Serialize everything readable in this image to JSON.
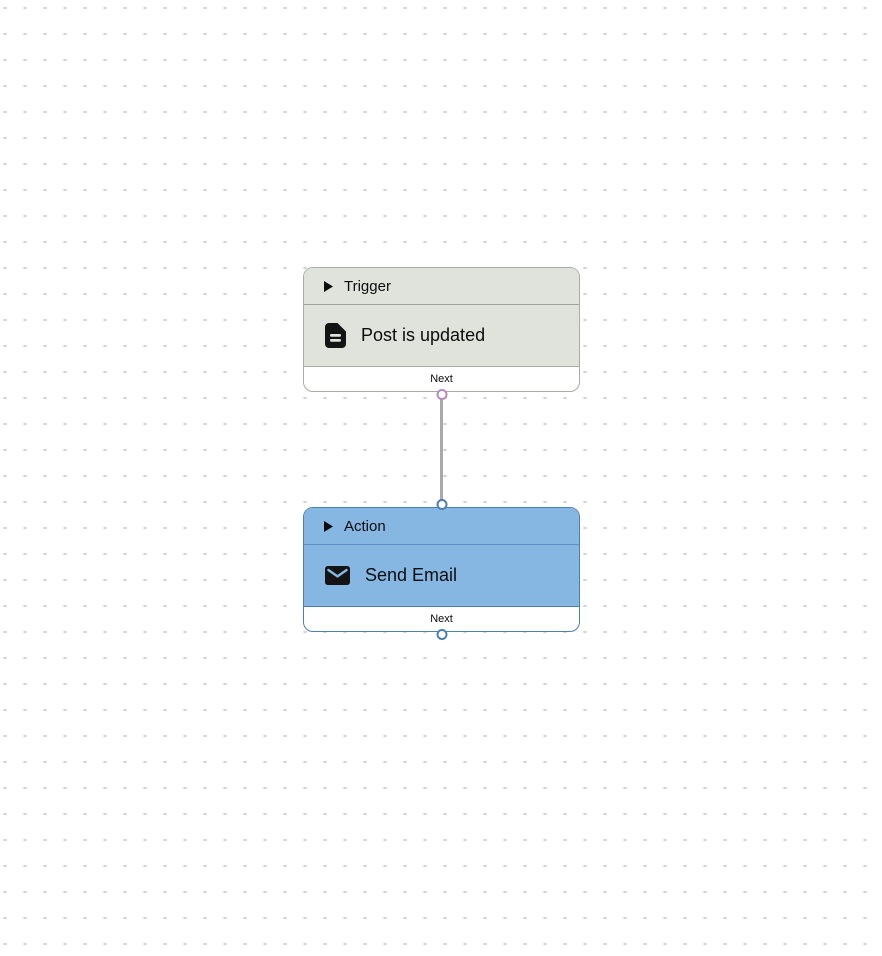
{
  "canvas": {
    "grid_style": "dotted",
    "grid_dot_color": "#d5d5d5",
    "background_color": "#ffffff"
  },
  "nodes": {
    "trigger": {
      "type_label": "Trigger",
      "title": "Post is updated",
      "next_label": "Next",
      "icon": "document-icon",
      "body_color": "#dfe3dc",
      "border_color": "#a7ada5",
      "port_color": "#b58cbe"
    },
    "action": {
      "type_label": "Action",
      "title": "Send Email",
      "next_label": "Next",
      "icon": "email-icon",
      "body_color": "#86b7e2",
      "border_color": "#4c80b0",
      "port_color": "#4c80b0"
    }
  },
  "connection": {
    "from": "trigger-output",
    "to": "action-input",
    "color": "#a9a9a9"
  }
}
